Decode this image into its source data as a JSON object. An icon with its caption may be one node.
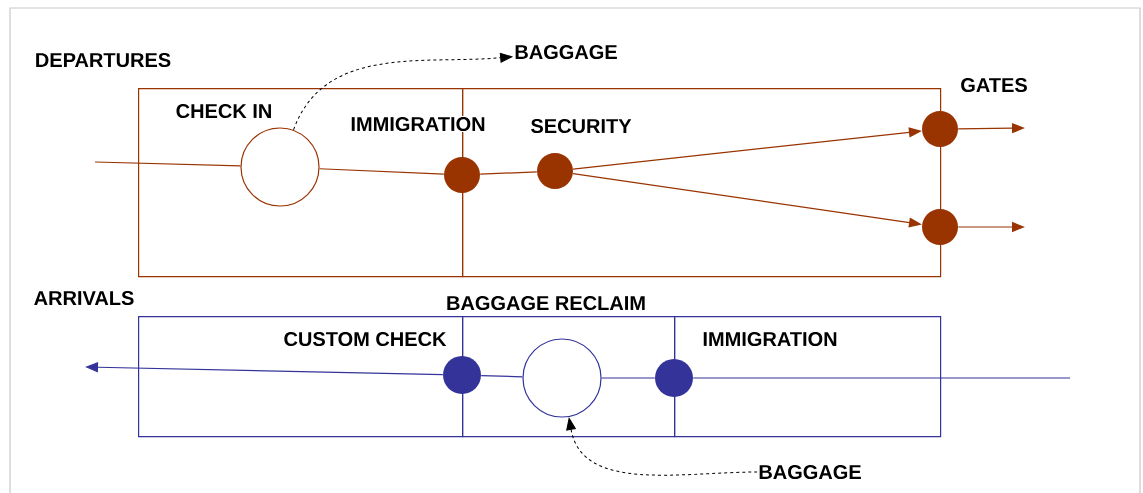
{
  "diagram": {
    "nodes": [
      {
        "text": [],
        "shape": "box"
      },
      {
        "text": [],
        "shape": "box"
      },
      {
        "text": [
          "CHECK IN"
        ],
        "in": 0
      },
      {
        "text": [
          "IMMIGRATION"
        ],
        "in": 0
      },
      {
        "text": [
          "SECURITY"
        ],
        "in": 1
      },
      {
        "text": [
          "GATES"
        ]
      },
      {
        "text": [],
        "shape": "circle"
      },
      {
        "text": [
          "BAGGAGE"
        ]
      },
      {
        "text": [],
        "shape": "box"
      },
      {
        "text": [],
        "shape": "box"
      },
      {
        "text": [],
        "shape": "box"
      },
      {
        "text": [
          "CUSTOM CHECK"
        ],
        "in": 8
      },
      {
        "text": [
          "BAGGAGE RECLAIM"
        ],
        "in": 9
      },
      {
        "text": [
          "IMMIGRATION"
        ],
        "in": 10
      },
      {
        "text": [
          "BAGGAGE"
        ]
      }
    ],
    "edges": [
      {
        "from": null,
        "to": 2,
        "arrow": "none"
      },
      {
        "from": 2,
        "to": 3,
        "arrow": "none"
      },
      {
        "from": 3,
        "to": 4,
        "arrow": "none"
      },
      {
        "from": 4,
        "to": 5,
        "arrow": "to"
      },
      {
        "from": 4,
        "to": 6,
        "arrow": "to"
      },
      {
        "from": 5,
        "to": null,
        "arrow": "to"
      },
      {
        "from": 6,
        "to": null,
        "arrow": "to"
      },
      {
        "from": 2,
        "to": 7,
        "arrow": "to",
        "style": "dashed",
        "color": "#000000"
      },
      {
        "from": null,
        "to": 13,
        "arrow": "none",
        "color": "#333399"
      },
      {
        "from": 13,
        "to": 12,
        "arrow": "none",
        "color": "#333399"
      },
      {
        "from": 12,
        "to": 11,
        "arrow": "none",
        "color": "#333399"
      },
      {
        "from": 11,
        "to": null,
        "arrow": "to",
        "color": "#333399"
      },
      {
        "from": 14,
        "to": 12,
        "arrow": "to",
        "style": "dashed",
        "color": "#000000"
      }
    ],
    "labels": [
      "DEPARTURES",
      "ARRIVALS"
    ]
  }
}
